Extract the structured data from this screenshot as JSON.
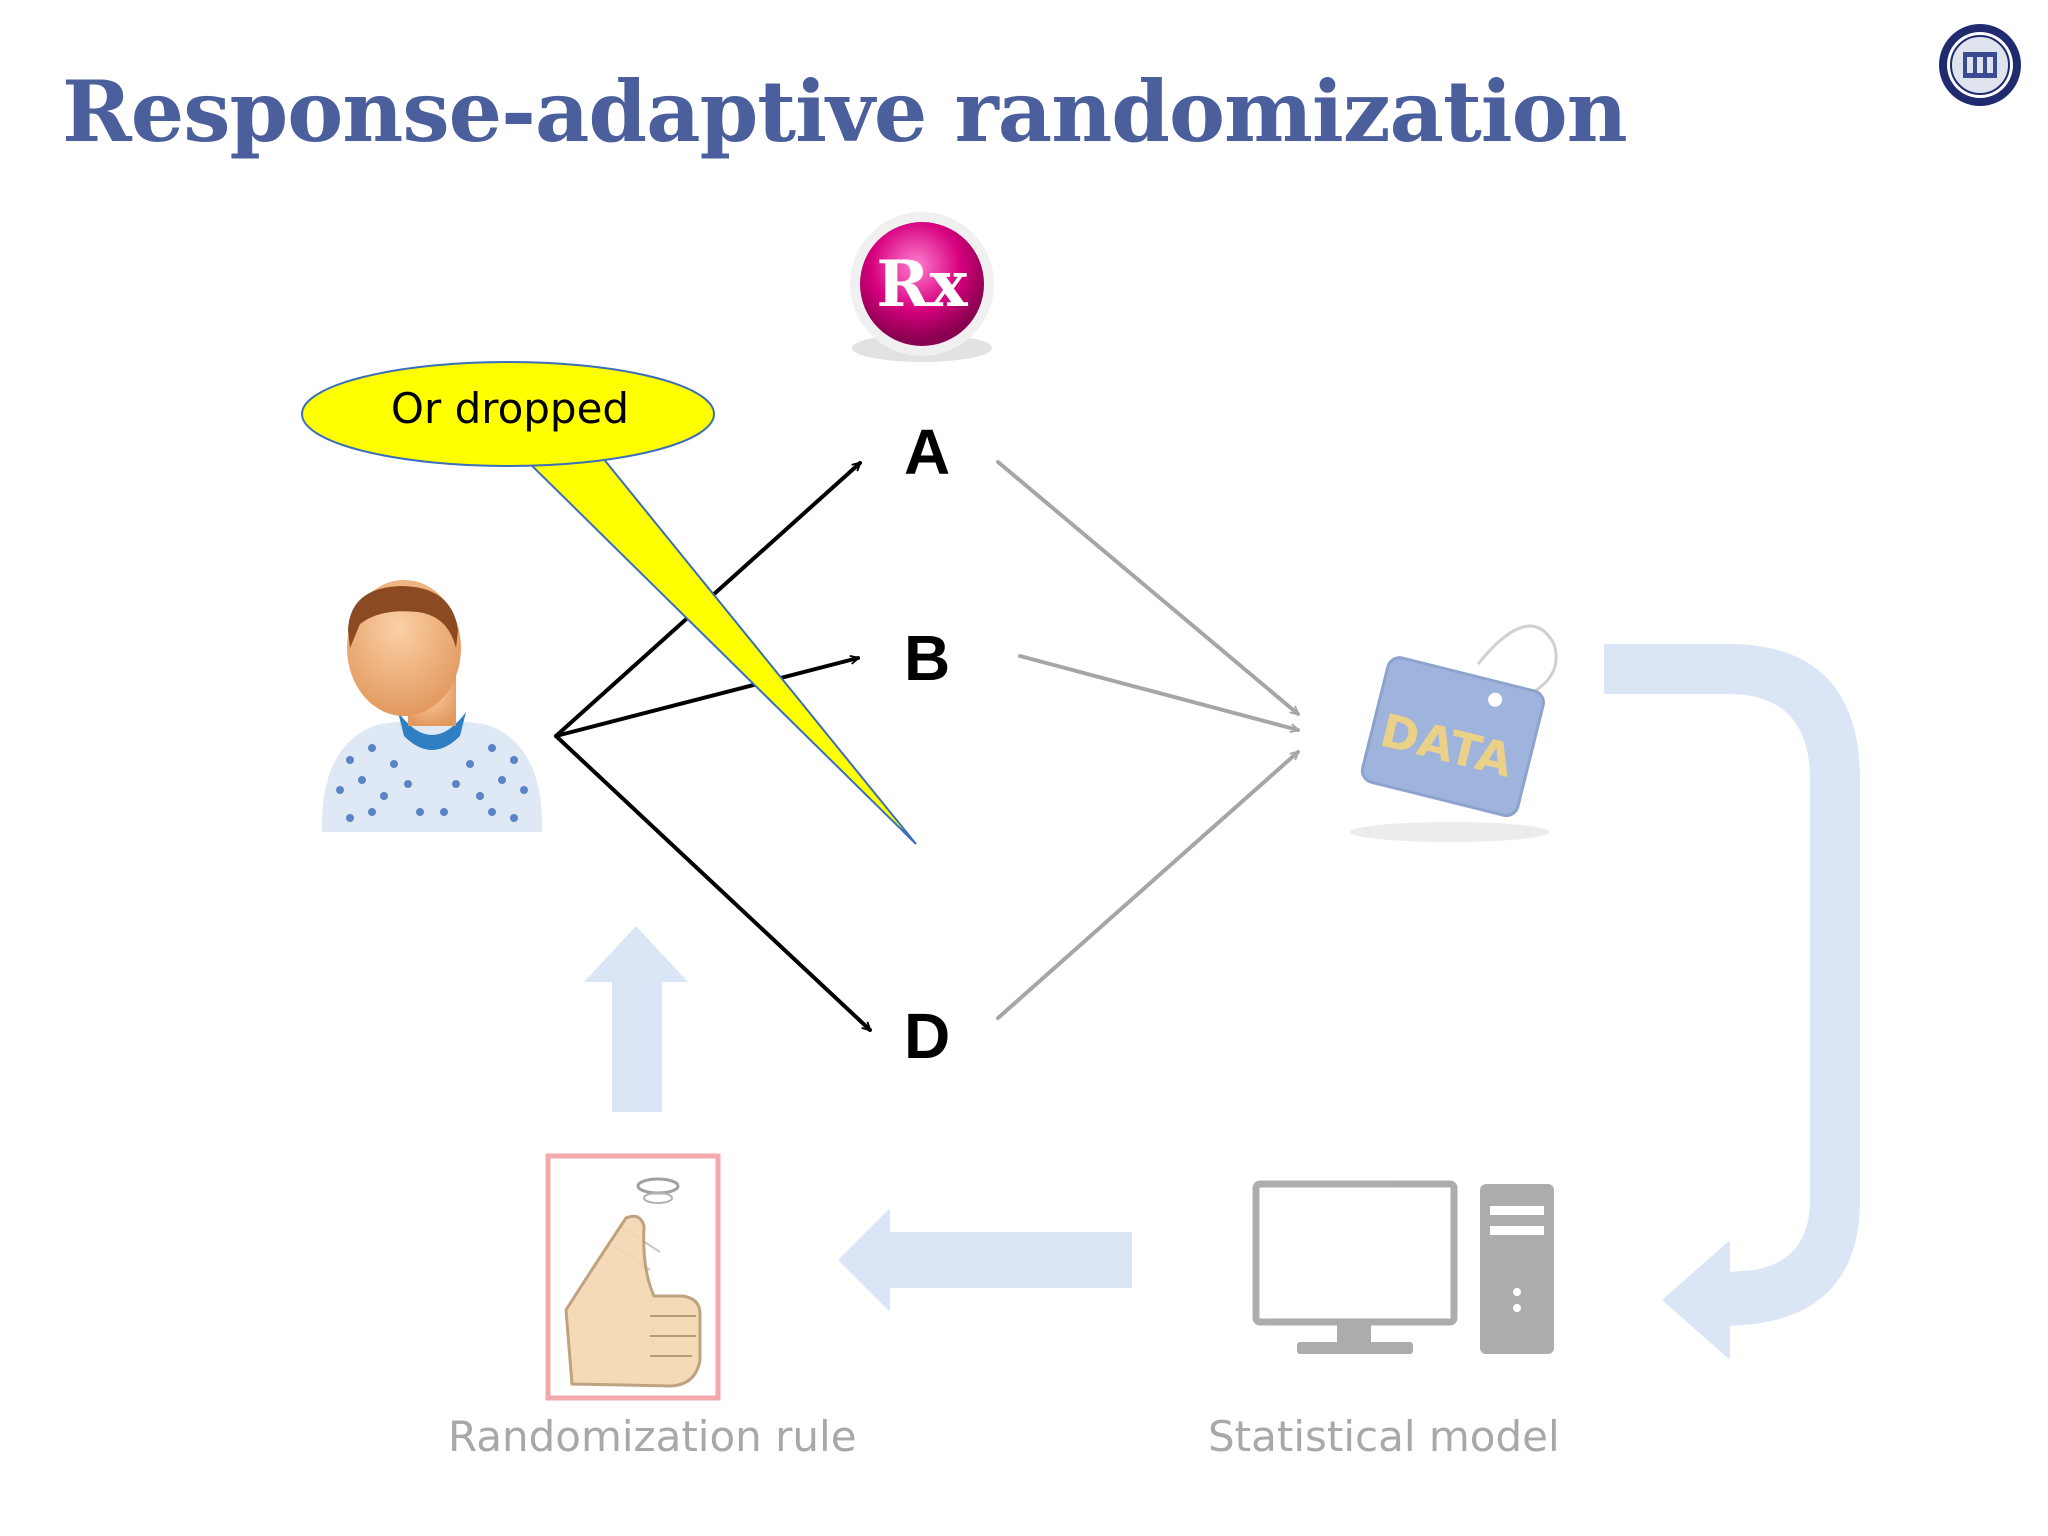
{
  "title": "Response-adaptive randomization",
  "treatment_icon": {
    "icon": "rx-icon",
    "text": "Rx"
  },
  "arms": [
    {
      "label": "A"
    },
    {
      "label": "B"
    },
    {
      "label": "D"
    }
  ],
  "callout": {
    "text": "Or dropped"
  },
  "data_tag": {
    "text": "DATA"
  },
  "nodes": {
    "patient": {
      "icon": "patient-icon"
    },
    "randomization_rule": {
      "label": "Randomization rule",
      "icon": "coin-flip-icon"
    },
    "statistical_model": {
      "label": "Statistical model",
      "icon": "computer-icon"
    }
  },
  "colors": {
    "title": "#4a5f9c",
    "callout_fill": "#ffff00",
    "flow_arrow": "#d6e3f5",
    "data_arrow": "#a6a6a6",
    "caption": "#a8a8a8",
    "rule_border": "#f2a9a9"
  }
}
